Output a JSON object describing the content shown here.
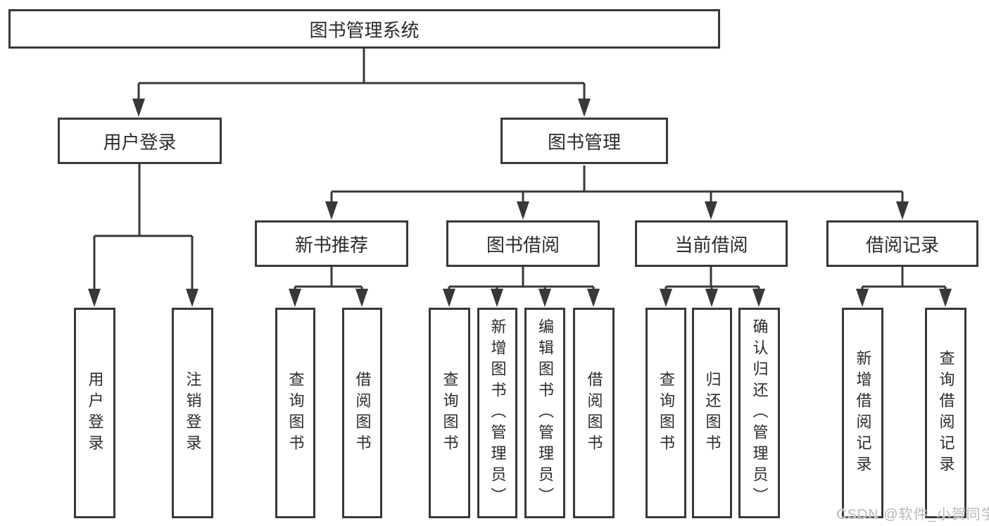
{
  "tree": {
    "root": {
      "label": "图书管理系统",
      "children": [
        {
          "label": "用户登录",
          "children": [
            {
              "label": "用户登录"
            },
            {
              "label": "注销登录"
            }
          ]
        },
        {
          "label": "图书管理",
          "children": [
            {
              "label": "新书推荐",
              "children": [
                {
                  "label": "查询图书"
                },
                {
                  "label": "借阅图书"
                }
              ]
            },
            {
              "label": "图书借阅",
              "children": [
                {
                  "label": "查询图书"
                },
                {
                  "label": "新增图书（管理员）"
                },
                {
                  "label": "编辑图书（管理员）"
                },
                {
                  "label": "借阅图书"
                }
              ]
            },
            {
              "label": "当前借阅",
              "children": [
                {
                  "label": "查询图书"
                },
                {
                  "label": "归还图书"
                },
                {
                  "label": "确认归还（管理员）"
                }
              ]
            },
            {
              "label": "借阅记录",
              "children": [
                {
                  "label": "新增借阅记录"
                },
                {
                  "label": "查询借阅记录"
                }
              ]
            }
          ]
        }
      ]
    }
  },
  "watermark": {
    "text": "CSDN @软件_小贺同学"
  },
  "colors": {
    "line": "#383838",
    "box_border": "#383838",
    "text": "#2b2b2b",
    "background": "#ffffff",
    "watermark": "#b9b9b9"
  }
}
